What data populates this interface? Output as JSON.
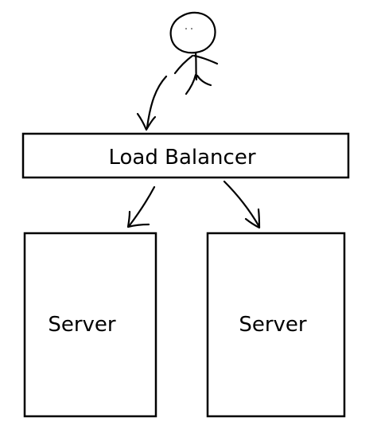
{
  "diagram": {
    "colors": {
      "background": "#ffffff",
      "ink": "#000000"
    },
    "actor": {
      "icon": "stick-figure-icon"
    },
    "nodes": {
      "load_balancer": {
        "label": "Load Balancer"
      },
      "server_left": {
        "label": "Server"
      },
      "server_right": {
        "label": "Server"
      }
    },
    "edges": [
      {
        "from": "actor",
        "to": "load_balancer"
      },
      {
        "from": "load_balancer",
        "to": "server_left"
      },
      {
        "from": "load_balancer",
        "to": "server_right"
      }
    ]
  }
}
